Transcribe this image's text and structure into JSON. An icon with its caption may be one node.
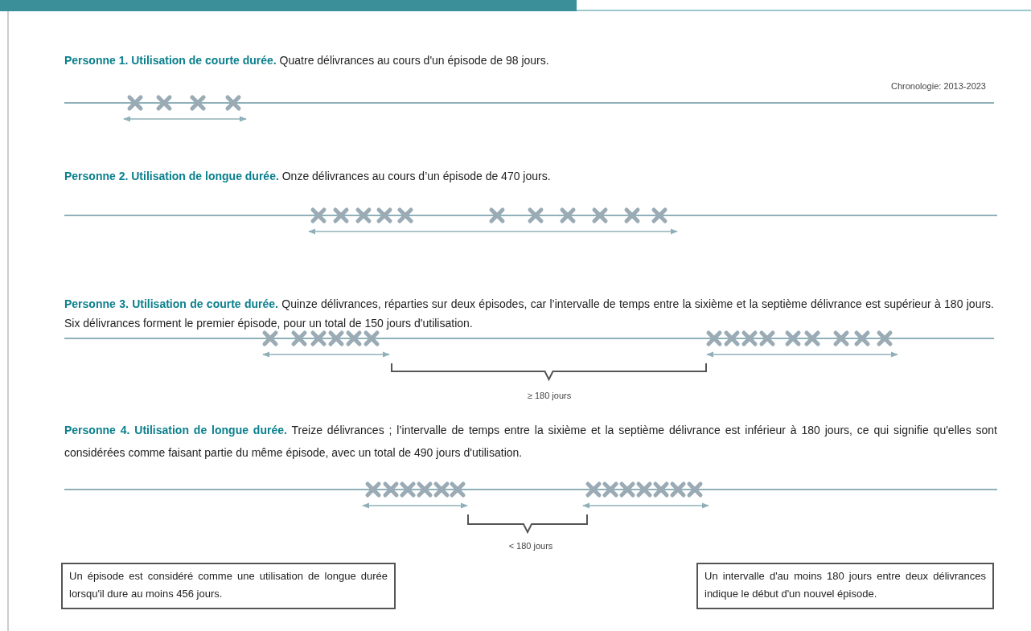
{
  "diagram": {
    "nodes": [
      {
        "text": [
          "Un épisode est considéré comme une utilisation de longue durée lorsqu'il dure au moins 456 jours."
        ]
      },
      {
        "text": [
          "Un intervalle d'au moins 180 jours entre deux délivrances indique le début d'un nouvel épisode."
        ]
      }
    ],
    "labels": [
      "**Personne 1. Utilisation de courte durée.** Quatre délivrances au cours d'un épisode de 98 jours.",
      "Chronologie: 2013-2023",
      "**Personne 2. Utilisation de longue durée.** Onze délivrances au cours d’un épisode de 470 jours.",
      "**Personne 3. Utilisation de courte durée.** Quinze délivrances, réparties sur deux épisodes, car l’intervalle de temps entre la sixième et la septième délivrance est supérieur à 180 jours. Six délivrances forment le premier épisode, pour un total de 150 jours d'utilisation.",
      "≥ 180 jours",
      "**Personne 4. Utilisation de longue durée.** Treize délivrances ; l’intervalle de temps entre la sixième et la septième délivrance est inférieur à 180 jours, ce qui signifie qu'elles sont considérées comme faisant partie du même épisode, avec un total de 490 jours d'utilisation.",
      "< 180 jours"
    ]
  }
}
